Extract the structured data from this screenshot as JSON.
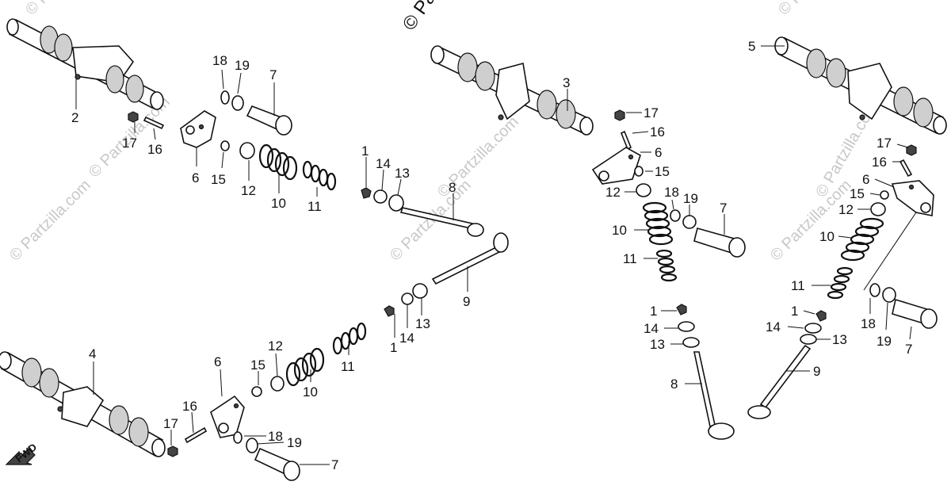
{
  "watermark": {
    "main": "© Partzilla.com",
    "repeat": "© Partzilla.com"
  },
  "direction": {
    "label": "FWD"
  },
  "callouts": {
    "c_2": "2",
    "c_17a": "17",
    "c_16a": "16",
    "c_6a": "6",
    "c_18a": "18",
    "c_19a": "19",
    "c_7a": "7",
    "c_15a": "15",
    "c_12a": "12",
    "c_10a": "10",
    "c_11a": "11",
    "c_1a": "1",
    "c_14a": "14",
    "c_13a": "13",
    "c_8a": "8",
    "c_3": "3",
    "c_9a": "9",
    "c_1b": "1",
    "c_14b": "14",
    "c_13b": "13",
    "c_4": "4",
    "c_12b": "12",
    "c_15b": "15",
    "c_6b": "6",
    "c_11b": "11",
    "c_10b": "10",
    "c_16b": "16",
    "c_17b": "17",
    "c_18b": "18",
    "c_19b": "19",
    "c_7b": "7",
    "c_17c": "17",
    "c_16c": "16",
    "c_6c": "6",
    "c_15c": "15",
    "c_12c": "12",
    "c_18c": "18",
    "c_19c": "19",
    "c_7c": "7",
    "c_10c": "10",
    "c_11c": "11",
    "c_1c": "1",
    "c_14c": "14",
    "c_13c": "13",
    "c_8b": "8",
    "c_5": "5",
    "c_17d": "17",
    "c_16d": "16",
    "c_6d": "6",
    "c_15d": "15",
    "c_12d": "12",
    "c_10d": "10",
    "c_11d": "11",
    "c_1d": "1",
    "c_14d": "14",
    "c_13d": "13",
    "c_9b": "9",
    "c_18d": "18",
    "c_19d": "19",
    "c_7d": "7"
  }
}
